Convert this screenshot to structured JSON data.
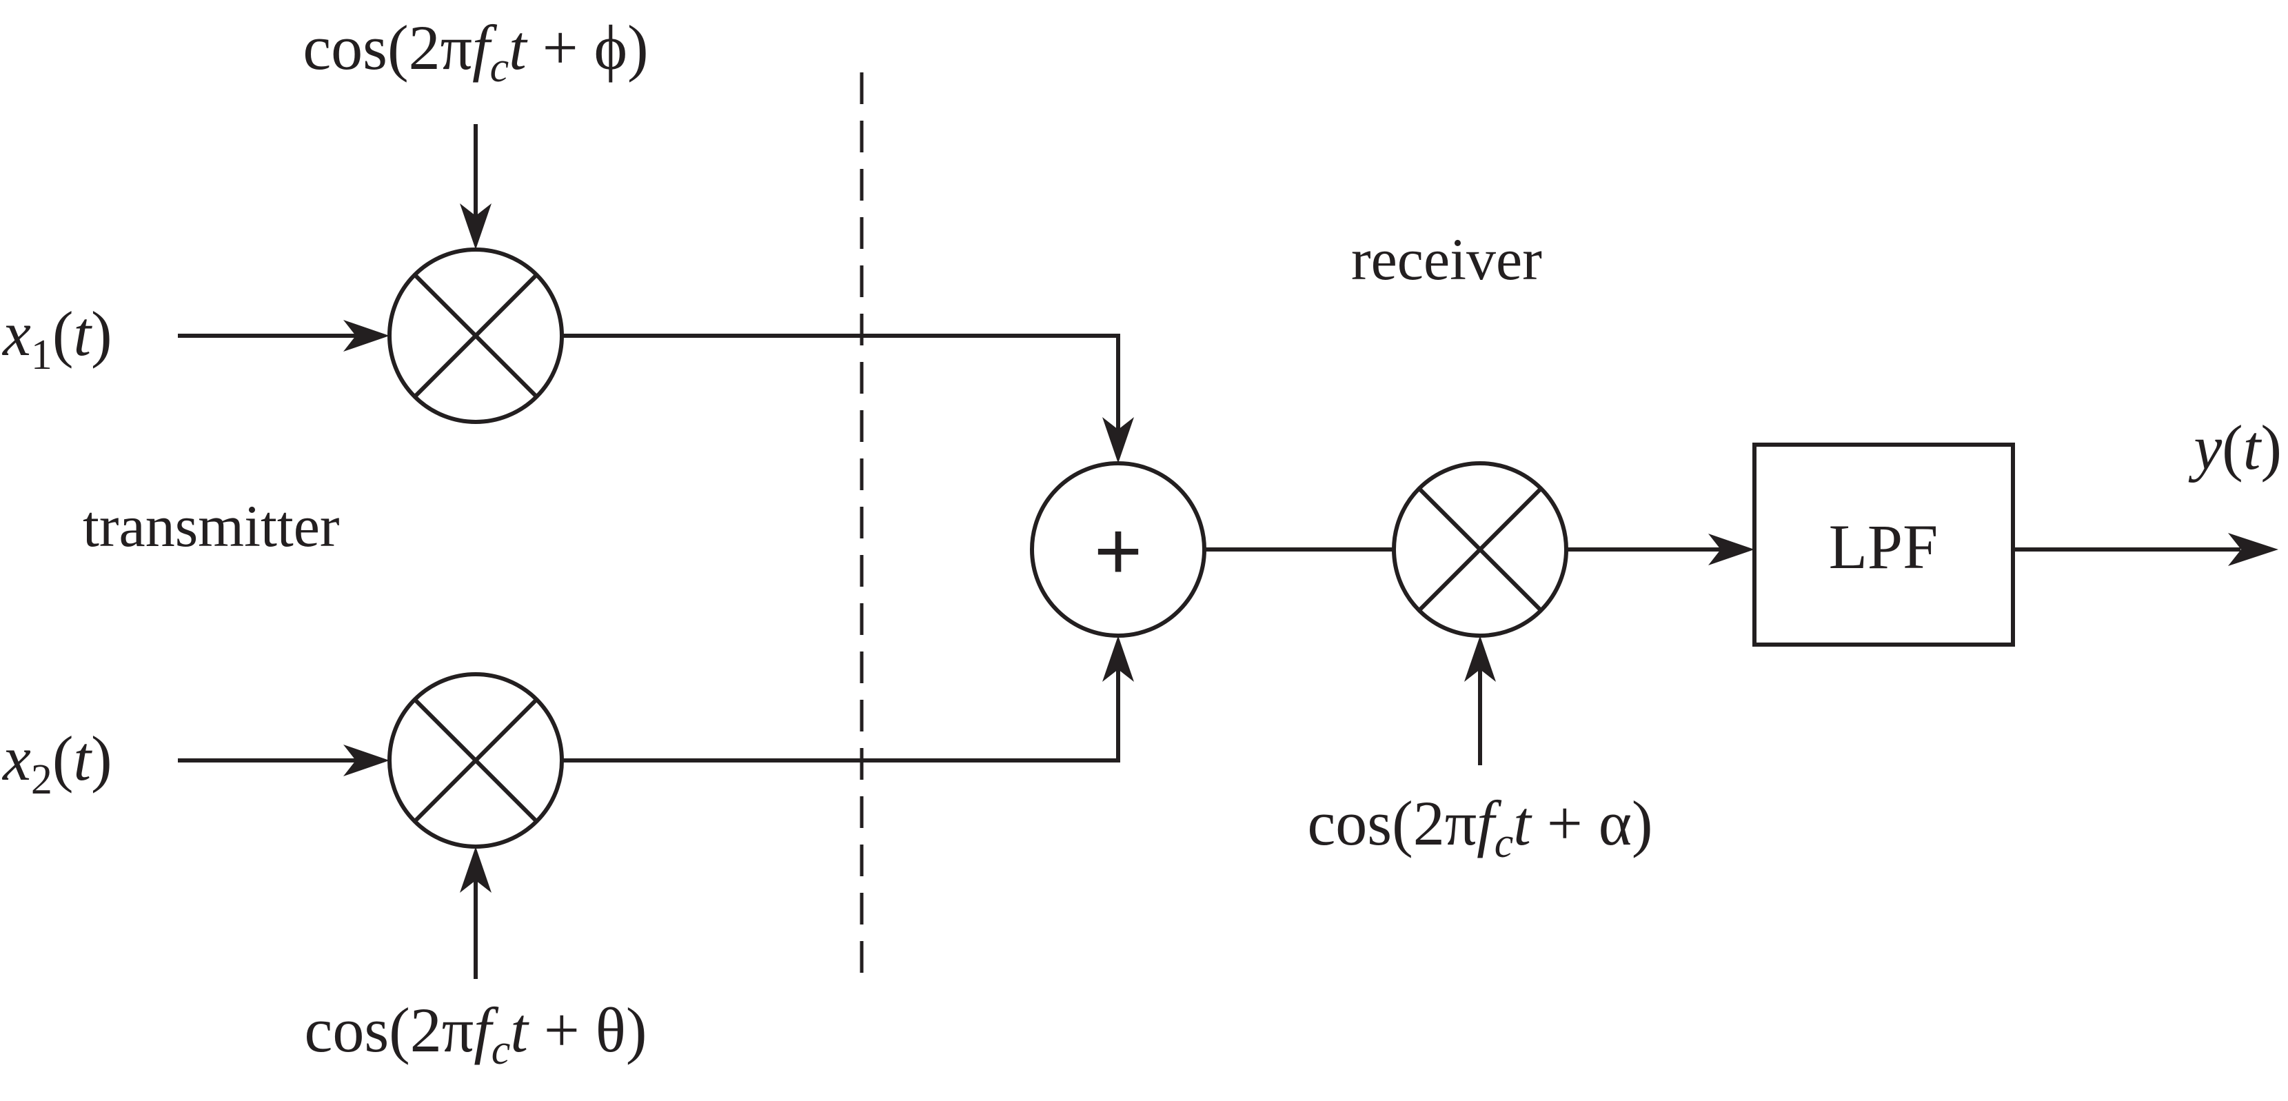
{
  "labels": {
    "top_carrier": {
      "pre": "cos(2π",
      "f": "f",
      "sub": "c",
      "t": "t",
      "plus": " + ",
      "phase": "ϕ",
      "close": ")"
    },
    "bottom_carrier": {
      "pre": "cos(2π",
      "f": "f",
      "sub": "c",
      "t": "t",
      "plus": " + ",
      "phase": "θ",
      "close": ")"
    },
    "rx_carrier": {
      "pre": "cos(2π",
      "f": "f",
      "sub": "c",
      "t": "t",
      "plus": " + ",
      "phase": "α",
      "close": ")"
    },
    "x1": {
      "var": "x",
      "sub": "1",
      "arg": "(",
      "t": "t",
      "close": ")"
    },
    "x2": {
      "var": "x",
      "sub": "2",
      "arg": "(",
      "t": "t",
      "close": ")"
    },
    "y": {
      "var": "y",
      "arg": "(",
      "t": "t",
      "close": ")"
    },
    "transmitter": "transmitter",
    "receiver": "receiver",
    "lpf": "LPF",
    "adder_symbol": "+"
  }
}
